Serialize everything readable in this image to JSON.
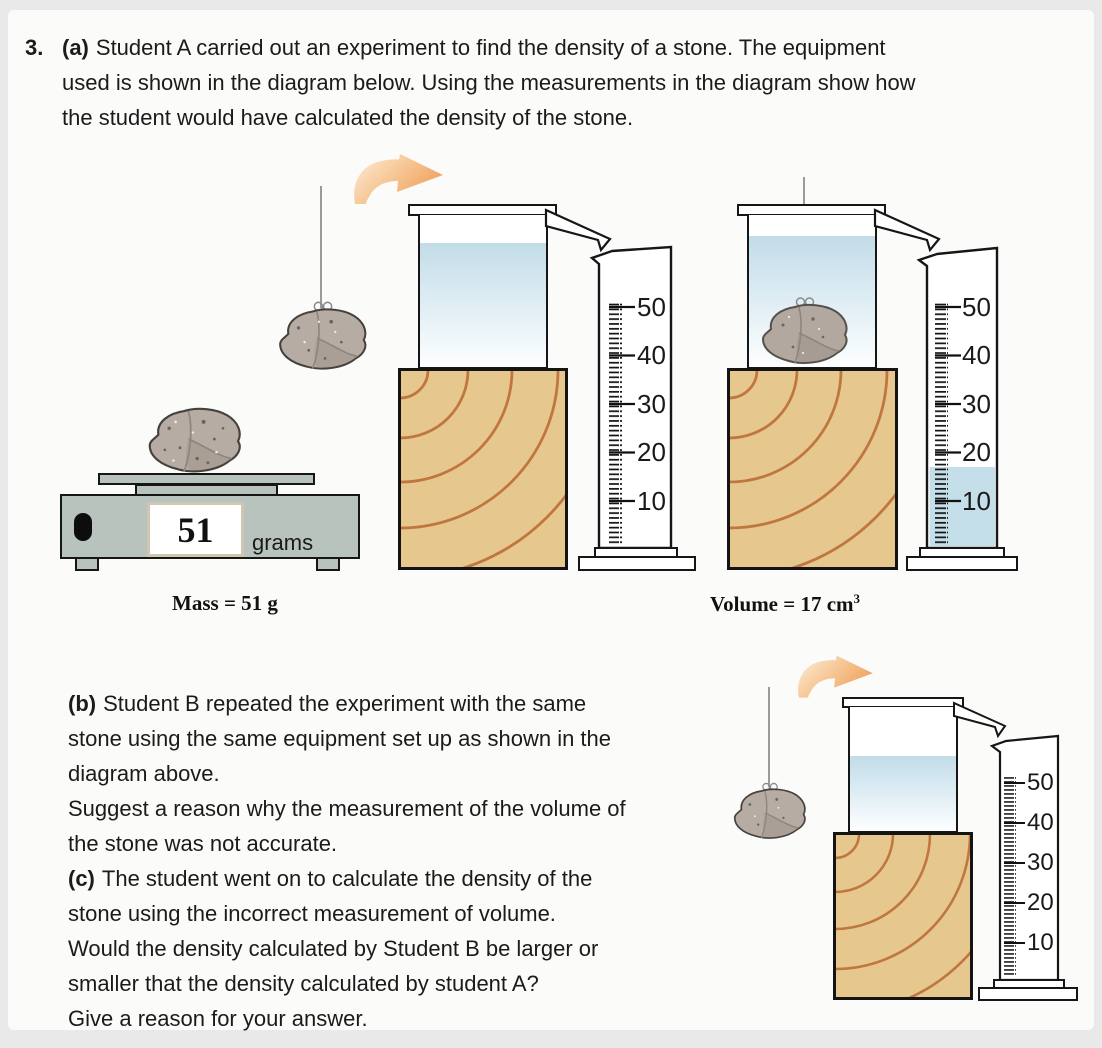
{
  "colors": {
    "page_background": "#e9e9ea",
    "card_background": "#fbfbfa",
    "text": "#1b1b1b",
    "scale_body": "#b7c3bc",
    "wood_fill": "#e6c88e",
    "wood_grain": "#c0773f",
    "water_top": "#c2dce8",
    "cylinder_water": "#c4dfe9",
    "stone_fill": "#b7aca3",
    "arrow_orange": "#efa05c"
  },
  "question_a": {
    "number": "3.",
    "label": "(a)",
    "lines": [
      "Student A carried out an experiment to find the density of a stone. The equipment",
      "used is shown in the diagram below. Using the measurements in the diagram show how",
      "the student would have calculated the density of the stone."
    ]
  },
  "part_b": {
    "label": "(b)",
    "first_line": "Student B repeated the experiment with the same",
    "lines": [
      "stone using the same equipment set up as shown in the",
      "diagram above.",
      "Suggest a reason why the measurement of the volume of",
      "the stone was not accurate."
    ]
  },
  "part_c": {
    "label": "(c)",
    "first_line": "The student went on to calculate the density of the",
    "lines": [
      "stone using the incorrect measurement of volume.",
      "Would the density calculated by Student B be larger or",
      "smaller that the density calculated by student A?",
      "Give a reason for your answer."
    ]
  },
  "scale": {
    "display": "51",
    "units": "grams"
  },
  "captions": {
    "mass": "Mass = 51 g",
    "volume_base": "Volume = 17 cm",
    "volume_exp": "3"
  },
  "cylinder_labels": [
    "50",
    "40",
    "30",
    "20",
    "10"
  ]
}
